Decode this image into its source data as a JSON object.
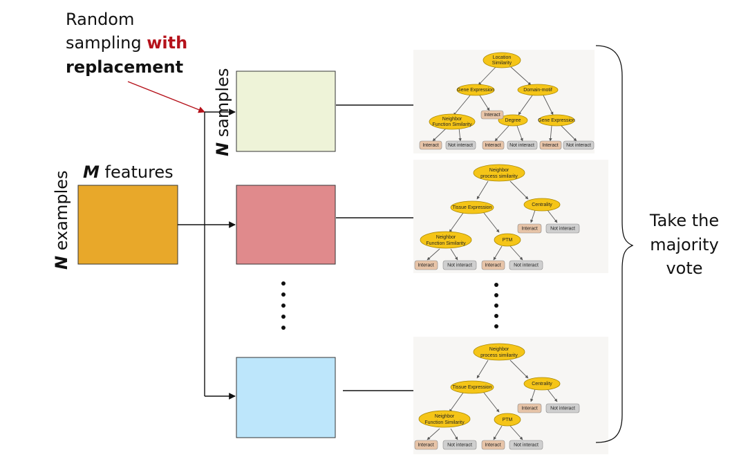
{
  "annotation": {
    "line1": "Random",
    "line2_prefix": "sampling ",
    "line2_emph": "with",
    "line3_emph": "replacement",
    "emph_color": "#b5121b"
  },
  "dataset": {
    "features_var": "M",
    "features_word": " features",
    "examples_var": "N",
    "examples_word": " examples",
    "color": "#e8a82a"
  },
  "samples": {
    "var": "N",
    "word": " samples",
    "colors": [
      "#eef3d8",
      "#e08a8c",
      "#bde6fb"
    ]
  },
  "ellipsis": "•••••",
  "vote": {
    "line1": "Take the",
    "line2": "majority",
    "line3": "vote"
  },
  "trees": [
    {
      "nodes": [
        "Location",
        "Similarity",
        "Gene Expression",
        "Domain-motif",
        "Neighbor",
        "Function Similarity",
        "Degree",
        "Gene Expression"
      ],
      "leaves": [
        "Interact",
        "Interact",
        "Not interact",
        "Interact",
        "Not interact",
        "Interact",
        "Not interact"
      ]
    },
    {
      "nodes": [
        "Neighbor",
        "process similarity",
        "Tissue Expression",
        "Centrality",
        "Neighbor",
        "Function Similarity",
        "PTM"
      ],
      "leaves": [
        "Interact",
        "Not interact",
        "Interact",
        "Not interact",
        "Interact",
        "Not interact"
      ]
    },
    {
      "nodes": [
        "Neighbor",
        "process similarity",
        "Tissue Expression",
        "Centrality",
        "Neighbor",
        "Function Similarity",
        "PTM"
      ],
      "leaves": [
        "Interact",
        "Not interact",
        "Interact",
        "Not interact",
        "Interact",
        "Not interact"
      ]
    }
  ],
  "tree_colors": {
    "node_fill": "#f5c518",
    "node_stroke": "#a88700",
    "interact_fill": "#e7c4a8",
    "not_interact_fill": "#cfcfcf",
    "panel_bg": "#f7f6f4"
  }
}
